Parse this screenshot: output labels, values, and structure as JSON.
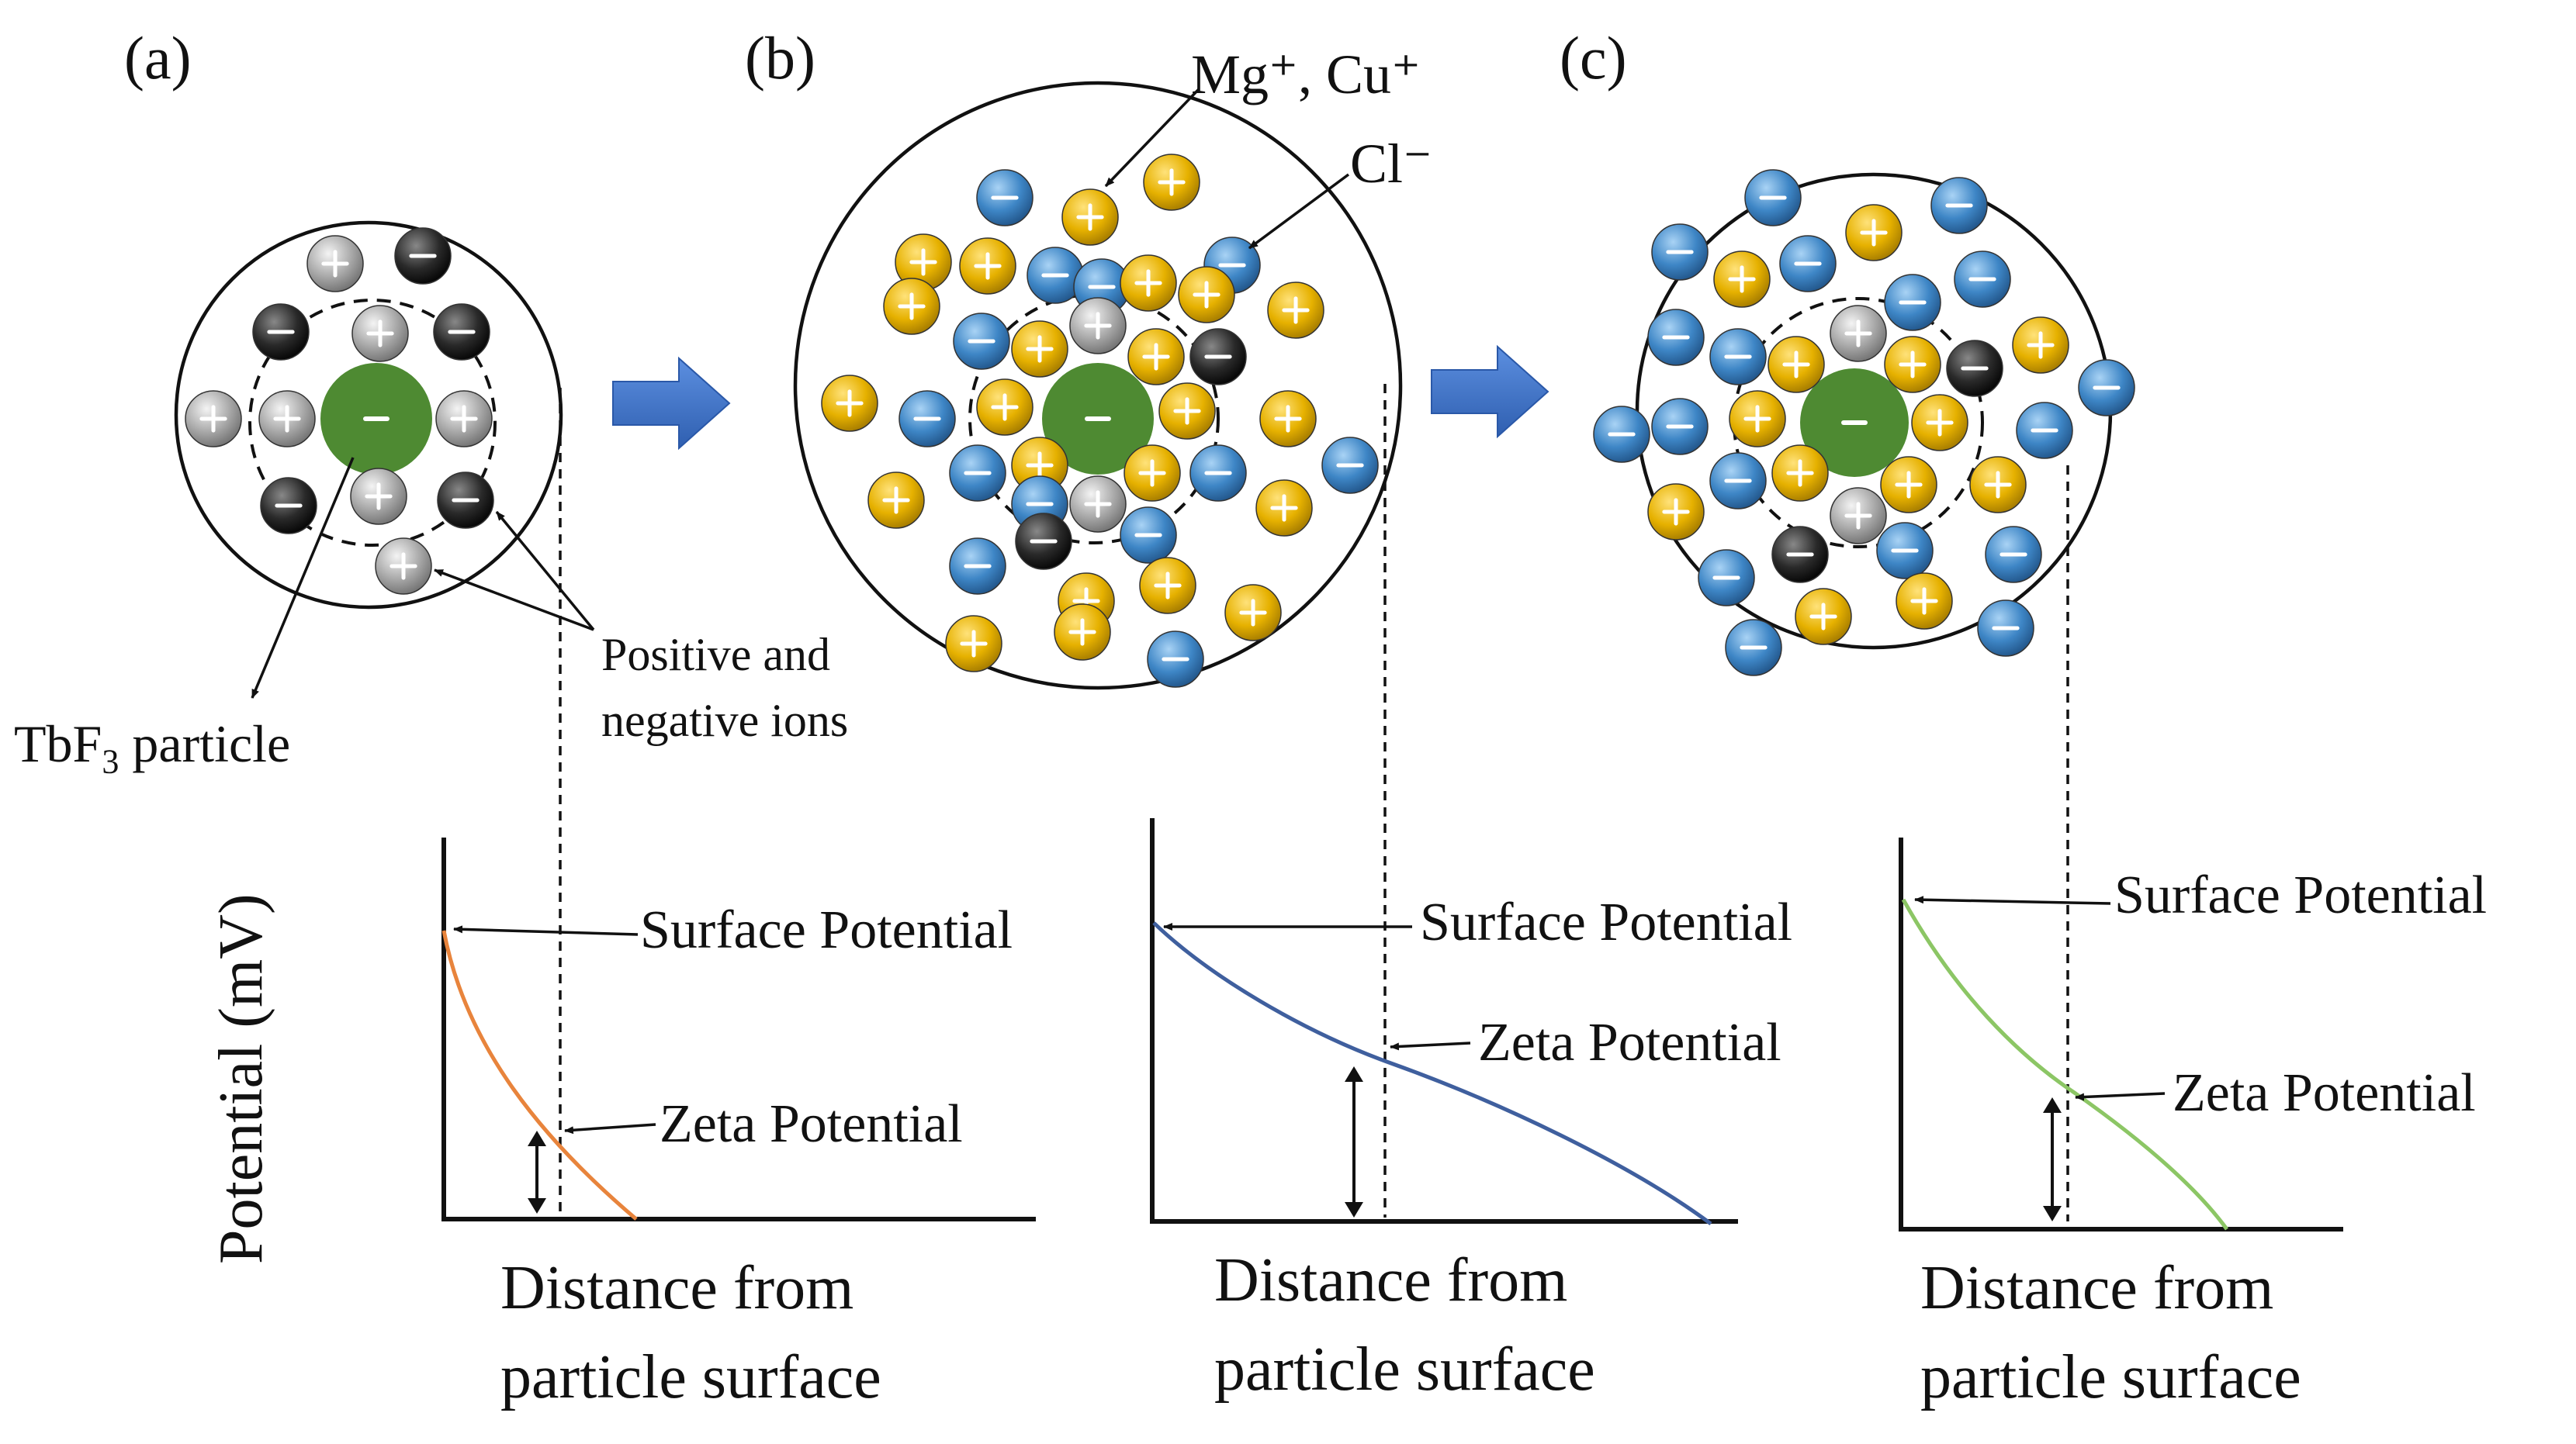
{
  "panels": [
    {
      "id": "a",
      "label": "(a)",
      "annotations": {
        "particle": [
          "TbF",
          "3",
          " particle"
        ],
        "ions": [
          "Positive and",
          "negative ions"
        ]
      },
      "graph": {
        "y_axis_label": "Potential (mV)",
        "x_axis_label": [
          "Distance from",
          "particle surface"
        ],
        "surface_label": "Surface Potential",
        "zeta_label": "Zeta Potential",
        "curve_color": "#E8843C"
      }
    },
    {
      "id": "b",
      "label": "(b)",
      "annotations": {
        "cation": "Mg⁺, Cu⁺",
        "anion": "Cl⁻"
      },
      "graph": {
        "x_axis_label": [
          "Distance from",
          "particle surface"
        ],
        "surface_label": "Surface Potential",
        "zeta_label": "Zeta Potential",
        "curve_color": "#3F5F9E"
      }
    },
    {
      "id": "c",
      "label": "(c)",
      "graph": {
        "x_axis_label": [
          "Distance from",
          "particle surface"
        ],
        "surface_label": "Surface Potential",
        "zeta_label": "Zeta Potential",
        "curve_color": "#8CC665"
      }
    }
  ],
  "colors": {
    "particle": "#4E8A32",
    "cation_yellow": "#E6B100",
    "anion_blue": "#3E86C6",
    "ion_dark": "#2A2A2A",
    "ion_light": "#A9A9A9",
    "arrow_blue": "#3A6FC4"
  }
}
